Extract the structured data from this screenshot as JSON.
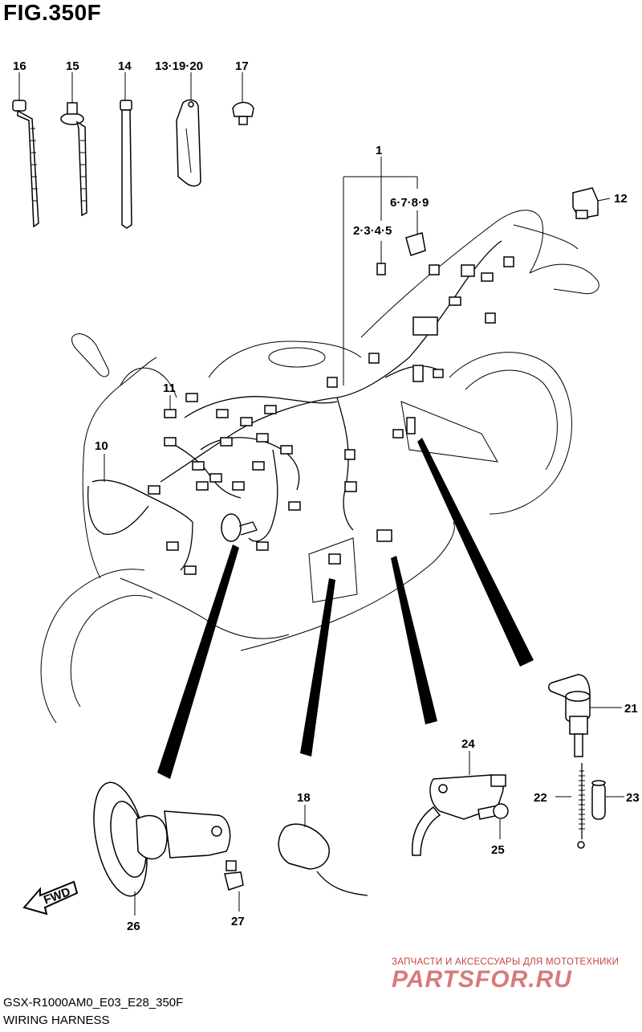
{
  "header": {
    "title": "FIG.350F"
  },
  "footer": {
    "model_code": "GSX-R1000AM0_E03_E28_350F",
    "section_name": "WIRING HARNESS"
  },
  "watermark": {
    "subtitle": "ЗАПЧАСТИ И АКСЕССУАРЫ ДЛЯ МОТОТЕХНИКИ",
    "logo": "PARTSFOR.RU",
    "color": "#d97a7a"
  },
  "fwd_badge": {
    "label": "FWD"
  },
  "callouts": {
    "c1": "1",
    "c2345": "2·3·4·5",
    "c6789": "6·7·8·9",
    "c10": "10",
    "c11": "11",
    "c12": "12",
    "c131920": "13·19·20",
    "c14": "14",
    "c15": "15",
    "c16": "16",
    "c17": "17",
    "c18": "18",
    "c21": "21",
    "c22": "22",
    "c23": "23",
    "c24": "24",
    "c25": "25",
    "c26": "26",
    "c27": "27"
  }
}
